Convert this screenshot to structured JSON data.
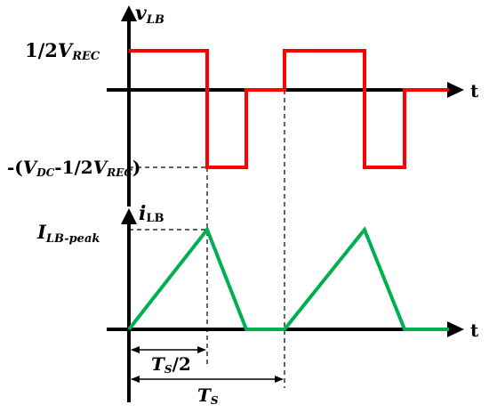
{
  "colors": {
    "axis": "#000000",
    "voltage_waveform": "#ff0000",
    "current_waveform": "#00b050",
    "guide": "#000000"
  },
  "top_plot": {
    "y_axis_label": {
      "symbol": "v",
      "subscript": "LB"
    },
    "x_axis_label": "t",
    "pos_level_label": {
      "prefix": "1/2",
      "symbol": "V",
      "subscript": "REC"
    },
    "neg_level_label": {
      "open": "-(",
      "symbol1": "V",
      "sub1": "DC",
      "middle": "-1/2",
      "symbol2": "V",
      "sub2": "REC",
      "close": ")"
    }
  },
  "bottom_plot": {
    "y_axis_label": {
      "symbol": "i",
      "subscript": "LB"
    },
    "x_axis_label": "t",
    "peak_label": {
      "symbol": "I",
      "subscript": "LB-peak"
    },
    "half_period_label": {
      "symbol": "T",
      "subscript": "S",
      "suffix": "/2"
    },
    "period_label": {
      "symbol": "T",
      "subscript": "S"
    }
  }
}
